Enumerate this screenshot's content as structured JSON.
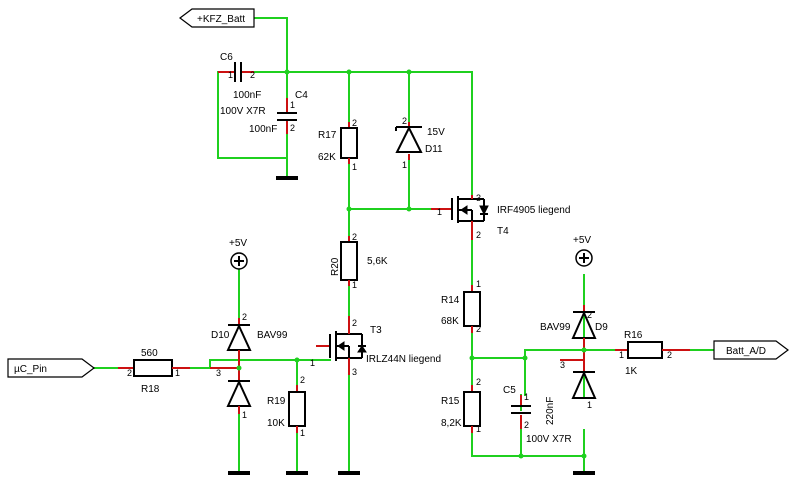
{
  "ports": {
    "kfz_batt": "+KFZ_Batt",
    "uc_pin": "µC_Pin",
    "batt_ad": "Batt_A/D"
  },
  "supplies": {
    "vcc_left": "+5V",
    "vcc_right": "+5V"
  },
  "components": {
    "c6": {
      "ref": "C6",
      "value": "100nF",
      "rating": "100V X7R"
    },
    "c4": {
      "ref": "C4",
      "value": "100nF"
    },
    "r17": {
      "ref": "R17",
      "value": "62K"
    },
    "d11": {
      "ref": "D11",
      "value": "15V"
    },
    "t4": {
      "ref": "T4",
      "value": "IRF4905 liegend"
    },
    "r20": {
      "ref": "R20",
      "value": "5,6K"
    },
    "t3": {
      "ref": "T3",
      "value": "IRLZ44N liegend"
    },
    "r14": {
      "ref": "R14",
      "value": "68K"
    },
    "r18": {
      "ref": "R18",
      "value": "560"
    },
    "d10": {
      "ref": "D10",
      "value": "BAV99"
    },
    "r19": {
      "ref": "R19",
      "value": "10K"
    },
    "r15": {
      "ref": "R15",
      "value": "8,2K"
    },
    "c5": {
      "ref": "C5",
      "value": "220nF",
      "rating": "100V X7R"
    },
    "d9": {
      "ref": "D9",
      "value": "BAV99"
    },
    "r16": {
      "ref": "R16",
      "value": "1K"
    }
  },
  "pins": {
    "one": "1",
    "two": "2",
    "three": "3"
  },
  "colors": {
    "wire": "#1fd01f",
    "lead": "#cc1111",
    "body": "#000000",
    "junction": "#1fd01f"
  }
}
